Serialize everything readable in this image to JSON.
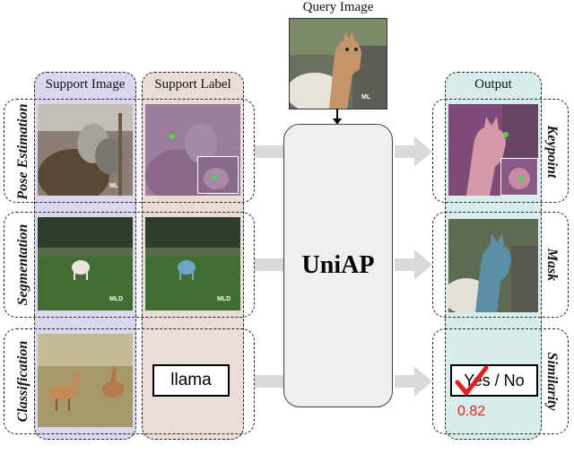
{
  "query": {
    "title": "Query Image"
  },
  "columns": {
    "support_image": "Support Image",
    "support_label": "Support Label",
    "output": "Output"
  },
  "rows": {
    "pose": {
      "task": "Pose Estimation",
      "output_tag": "Keypoint",
      "watermark": "ML"
    },
    "seg": {
      "task": "Segmentation",
      "output_tag": "Mask",
      "watermark": "MLD"
    },
    "cls": {
      "task": "Classification",
      "output_tag": "Similarity",
      "support_label_text": "llama",
      "answer_text": "Yes / No",
      "score": "0.82"
    }
  },
  "model": {
    "name": "UniAP"
  },
  "colors": {
    "support_image_bg": "#dcd6ef",
    "support_label_bg": "#eadcd6",
    "output_bg": "#d8ecec",
    "model_fill": "#efefef",
    "arrow": "#d9d9d9",
    "score": "#e02020",
    "check": "#e02020"
  }
}
